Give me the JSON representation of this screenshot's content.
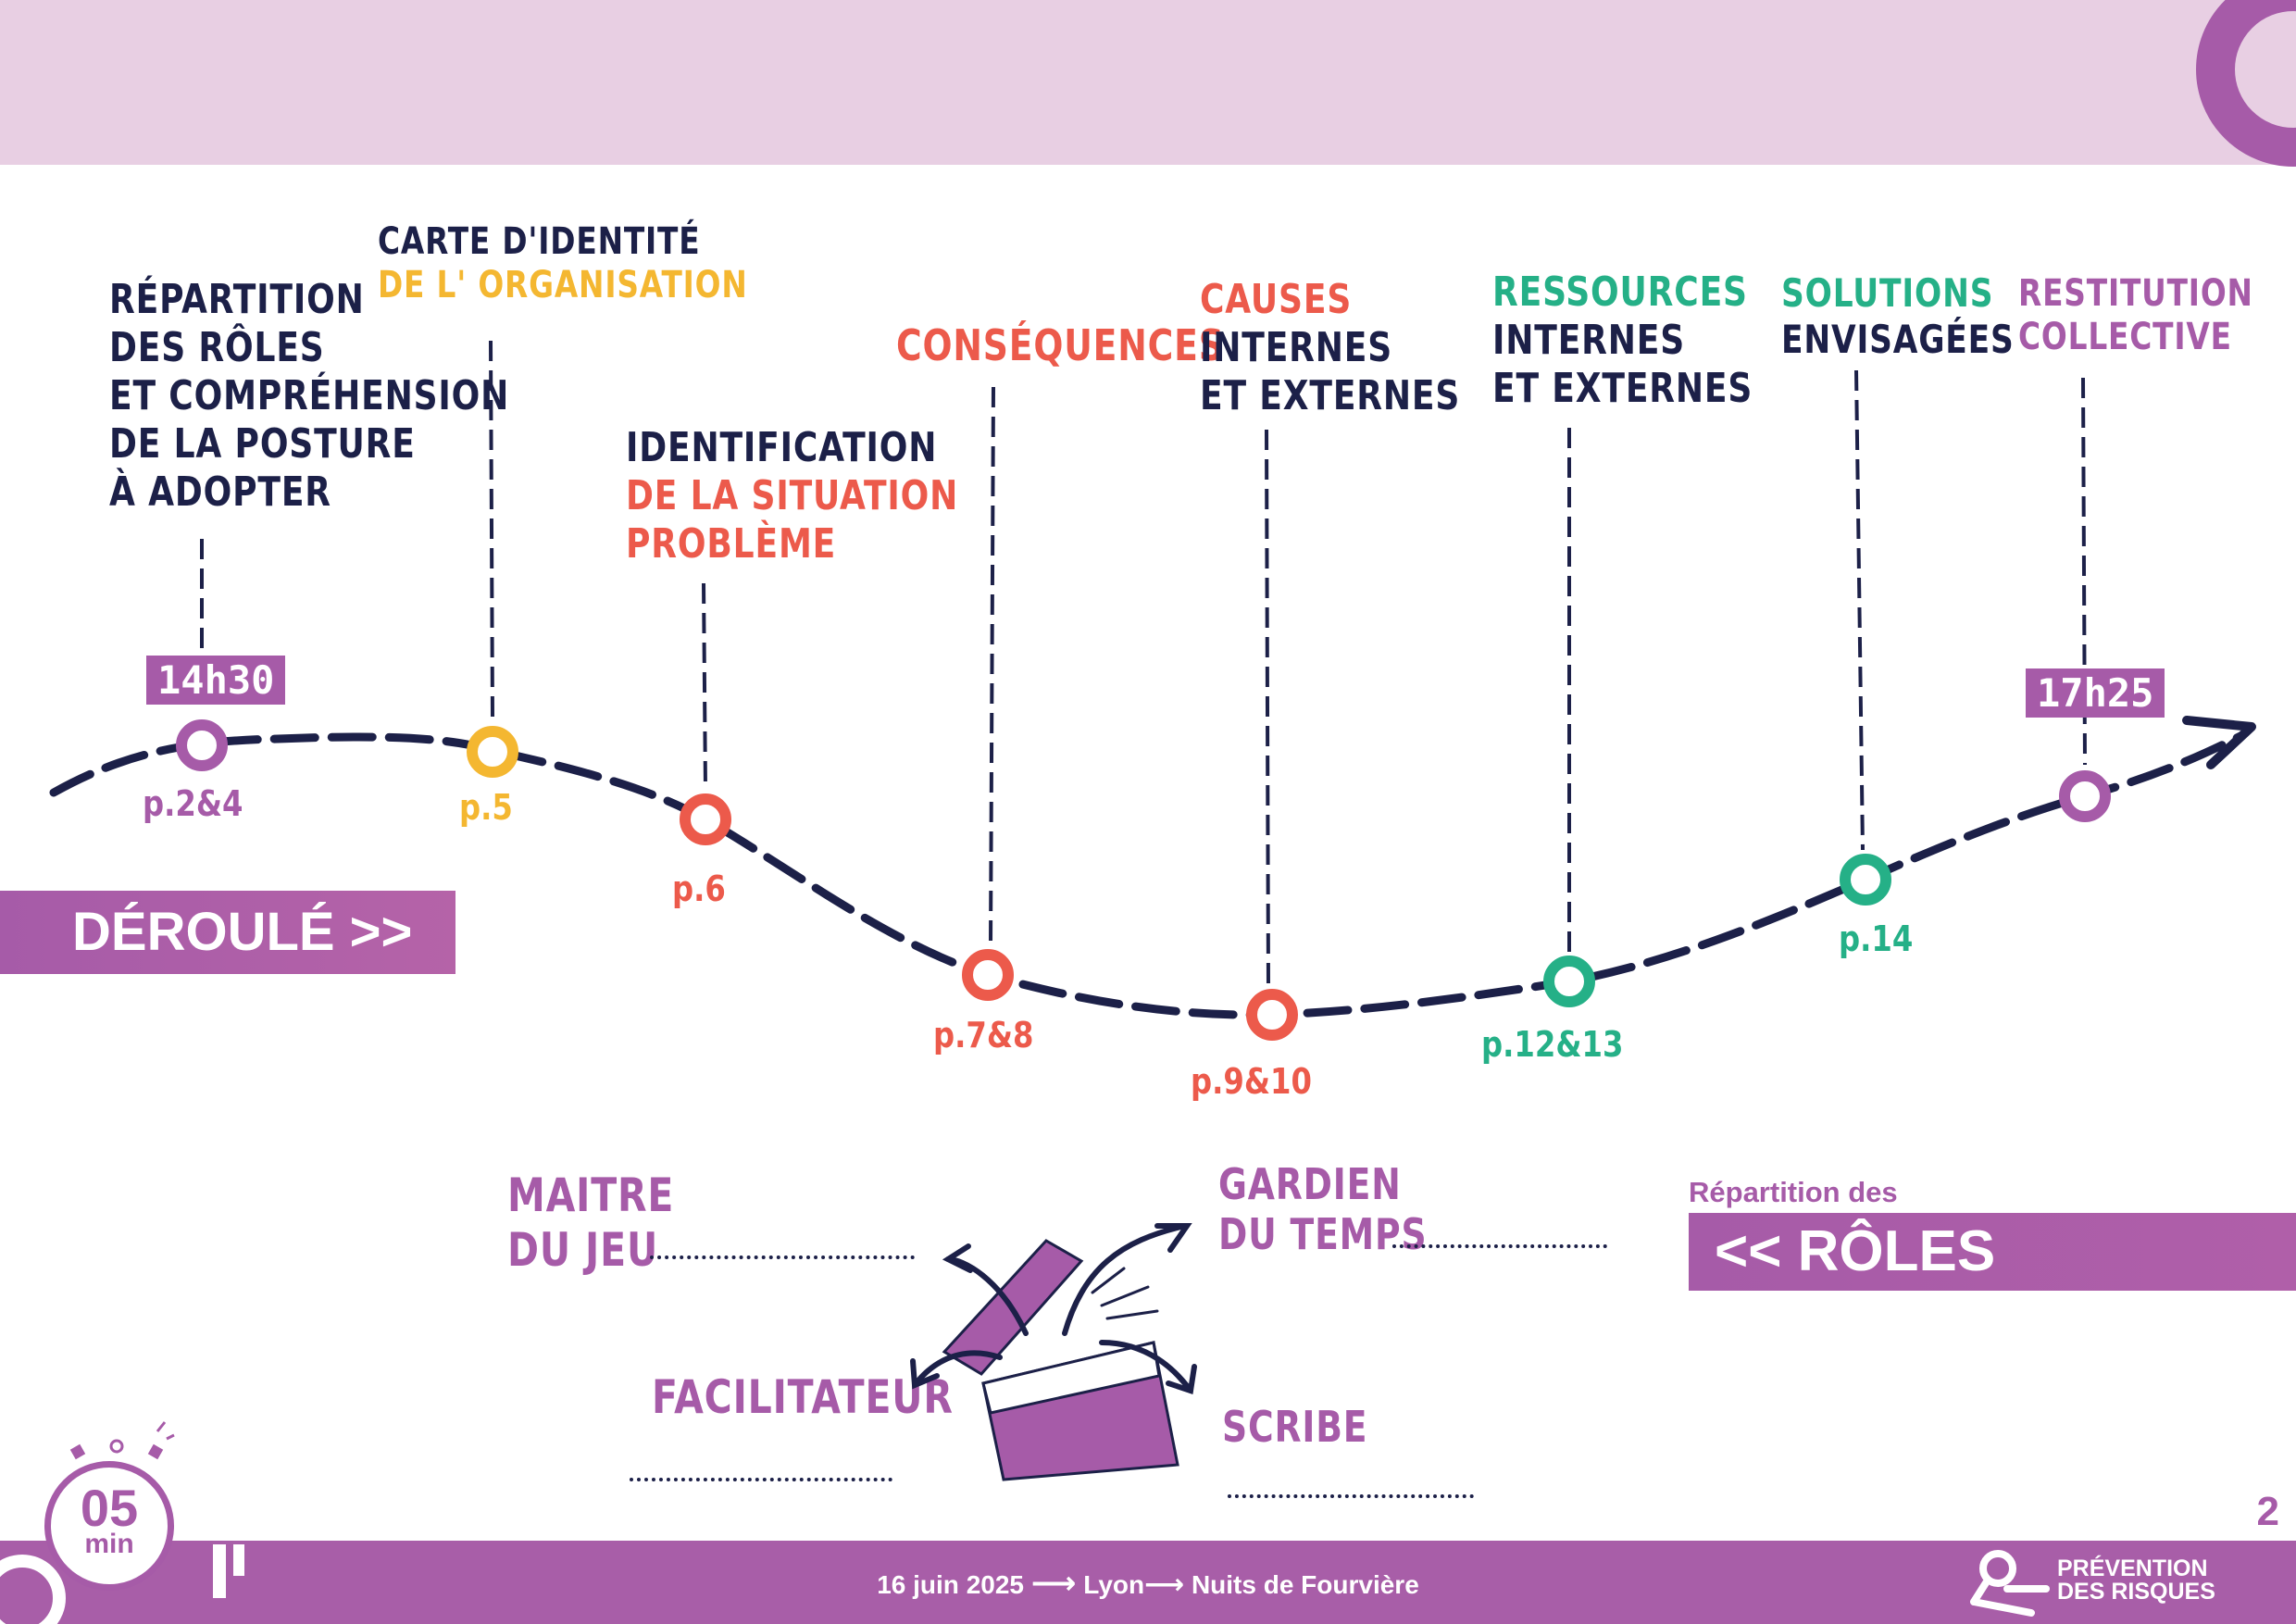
{
  "header": {
    "band_color": "#e8cfe3",
    "accent": "#a65ba8"
  },
  "timeline": {
    "start_time": "14h30",
    "end_time": "17h25",
    "steps": [
      {
        "id": "roles",
        "color": "#a65ba8",
        "page": "p.2&4",
        "label_lines": [
          "Répartition",
          "des Rôles",
          "et compréhension",
          "de la posture",
          "à adopter"
        ]
      },
      {
        "id": "carte",
        "color": "#f4b731",
        "page": "p.5",
        "label_lines": [
          "Carte d'identité",
          "de l' organisation"
        ]
      },
      {
        "id": "situation",
        "color": "#ec5a4b",
        "page": "p.6",
        "label_lines": [
          "Identification",
          "de la situation",
          "problème"
        ]
      },
      {
        "id": "consequences",
        "color": "#ec5a4b",
        "page": "p.7&8",
        "label_lines": [
          "Conséquences"
        ]
      },
      {
        "id": "causes",
        "color": "#ec5a4b",
        "page": "p.9&10",
        "label_lines": [
          "Causes",
          "internes",
          "et externes"
        ]
      },
      {
        "id": "ressources",
        "color": "#25b087",
        "page": "p.12&13",
        "label_lines": [
          "Ressources",
          "internes",
          "et externes"
        ]
      },
      {
        "id": "solutions",
        "color": "#25b087",
        "page": "p.14",
        "label_lines": [
          "Solutions",
          "envisagées"
        ]
      },
      {
        "id": "restitution",
        "color": "#a65ba8",
        "page": "",
        "label_lines": [
          "Restitution",
          "collective"
        ]
      }
    ]
  },
  "deroule_label": "DÉROULÉ >>",
  "roles_section": {
    "caption": "Répartition des",
    "title": "<< RÔLES",
    "maitre": [
      "Maitre",
      "du jeu"
    ],
    "gardien": [
      "Gardien",
      "du temps"
    ],
    "facilitateur": "Facilitateur",
    "scribe": "Scribe"
  },
  "timer": {
    "value": "05",
    "unit": "min"
  },
  "page_number": "2",
  "footer": {
    "date": "16 juin 2025",
    "arrow1": "⟶",
    "city": "Lyon",
    "arrow2": "⟶",
    "venue": "Nuits de Fourvière",
    "logo_line1": "PRÉVENTION",
    "logo_line2": "DES RISQUES",
    "color": "#a85ea8"
  }
}
